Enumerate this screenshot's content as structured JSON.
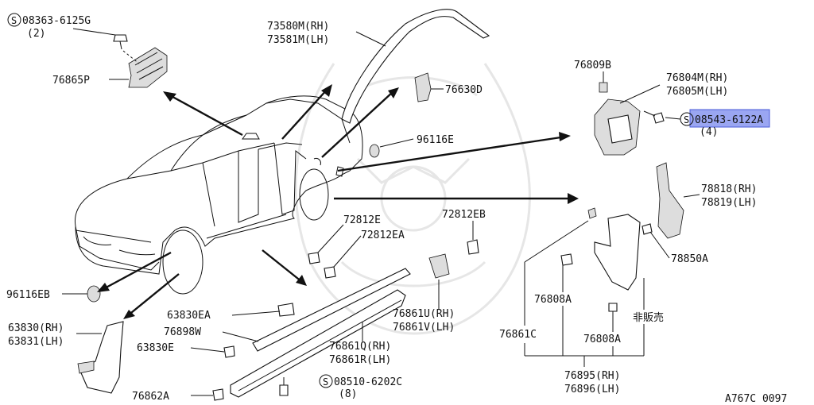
{
  "diagram": {
    "callouts": [
      {
        "id": "c1",
        "text": "08363-6125G",
        "circled": true
      },
      {
        "id": "c1q",
        "text": "(2)"
      },
      {
        "id": "c2",
        "text": "76865P"
      },
      {
        "id": "c3a",
        "text": "73580M(RH)"
      },
      {
        "id": "c3b",
        "text": "73581M(LH)"
      },
      {
        "id": "c4",
        "text": "76630D"
      },
      {
        "id": "c5",
        "text": "96116E"
      },
      {
        "id": "c6",
        "text": "76809B"
      },
      {
        "id": "c7a",
        "text": "76804M(RH)"
      },
      {
        "id": "c7b",
        "text": "76805M(LH)"
      },
      {
        "id": "c8",
        "text": "08543-6122A",
        "circled": true,
        "highlighted": true
      },
      {
        "id": "c8q",
        "text": "(4)"
      },
      {
        "id": "c9a",
        "text": "78818(RH)"
      },
      {
        "id": "c9b",
        "text": "78819(LH)"
      },
      {
        "id": "c10",
        "text": "78850A"
      },
      {
        "id": "c11",
        "text": "72812E"
      },
      {
        "id": "c12",
        "text": "72812EA"
      },
      {
        "id": "c13",
        "text": "72812EB"
      },
      {
        "id": "c14",
        "text": "96116EB"
      },
      {
        "id": "c15",
        "text": "63830EA"
      },
      {
        "id": "c16",
        "text": "76898W"
      },
      {
        "id": "c17a",
        "text": "63830(RH)"
      },
      {
        "id": "c17b",
        "text": "63831(LH)"
      },
      {
        "id": "c18",
        "text": "63830E"
      },
      {
        "id": "c19a",
        "text": "76861Q(RH)"
      },
      {
        "id": "c19b",
        "text": "76861R(LH)"
      },
      {
        "id": "c20a",
        "text": "76861U(RH)"
      },
      {
        "id": "c20b",
        "text": "76861V(LH)"
      },
      {
        "id": "c21",
        "text": "76808A"
      },
      {
        "id": "c22",
        "text": "非販売"
      },
      {
        "id": "c23",
        "text": "76861C"
      },
      {
        "id": "c24",
        "text": "76808A"
      },
      {
        "id": "c25a",
        "text": "76895(RH)"
      },
      {
        "id": "c25b",
        "text": "76896(LH)"
      },
      {
        "id": "c26",
        "text": "08510-6202C",
        "circled": true
      },
      {
        "id": "c26q",
        "text": "(8)"
      },
      {
        "id": "c27",
        "text": "76862A"
      },
      {
        "id": "c28",
        "text": "A767C 0097"
      }
    ],
    "circle_symbol": "S",
    "highlight_color": "#9aa6f2"
  }
}
